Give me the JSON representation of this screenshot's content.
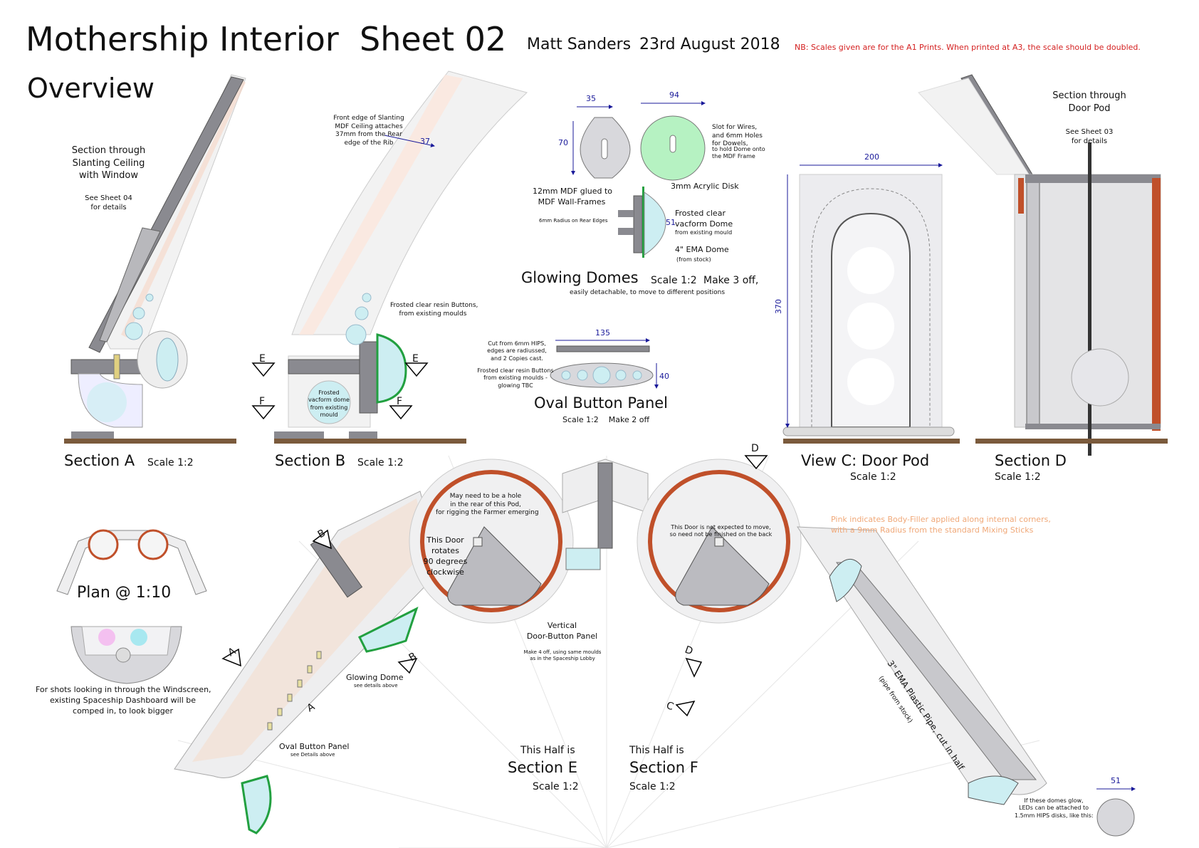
{
  "header": {
    "title": "Mothership Interior",
    "sheet": "Sheet 02",
    "author": "Matt Sanders",
    "date": "23rd August 2018",
    "note": "NB:  Scales given are for the A1 Prints.  When printed at A3, the scale should be doubled.",
    "overview": "Overview"
  },
  "section_a": {
    "callout": [
      "Section through",
      "Slanting Ceiling",
      "with Window"
    ],
    "see": [
      "See Sheet 04",
      "for details"
    ],
    "label": "Section A",
    "scale": "Scale 1:2"
  },
  "section_b": {
    "edge_note": [
      "Front edge of Slanting",
      "MDF Ceiling attaches",
      "37mm from the Rear",
      "edge of the Rib"
    ],
    "dim": "37",
    "buttons_note": [
      "Frosted clear resin Buttons,",
      "from existing moulds"
    ],
    "dome_text": [
      "Frosted",
      "vacform dome",
      "from existing",
      "mould"
    ],
    "label": "Section B",
    "scale": "Scale 1:2",
    "marker_e": "E",
    "marker_f": "F"
  },
  "glowing_domes": {
    "dim_35": "35",
    "dim_94": "94",
    "dim_70": "70",
    "dim_51": "51",
    "slot_note": [
      "Slot for Wires,",
      "and 6mm Holes",
      "for Dowels,"
    ],
    "slot_note2": [
      "to hold Dome onto",
      "the MDF Frame"
    ],
    "mdf_note": [
      "12mm MDF glued to",
      "MDF Wall-Frames"
    ],
    "radius_note": "6mm Radius on Rear Edges",
    "acrylic": "3mm Acrylic Disk",
    "frosted": [
      "Frosted clear",
      "vacform Dome"
    ],
    "frosted_sub": "from existing mould",
    "ema": "4\" EMA Dome",
    "ema_sub": "(from stock)",
    "title": "Glowing Domes",
    "scale": "Scale 1:2",
    "make": "Make 3 off,",
    "sub": "easily detachable, to move to different positions"
  },
  "oval_panel": {
    "cut_note": [
      "Cut from 6mm HIPS,",
      "edges are radiussed,",
      "and 2 Copies cast."
    ],
    "frost_note": [
      "Frosted clear resin Buttons",
      "from existing moulds -",
      "glowing TBC"
    ],
    "dim_135": "135",
    "dim_40": "40",
    "title": "Oval Button Panel",
    "sub": "Scale 1:2    Make 2 off"
  },
  "view_c": {
    "dim_200": "200",
    "dim_370": "370",
    "label": "View C:  Door Pod",
    "scale": "Scale 1:2"
  },
  "section_d": {
    "callout": [
      "Section through",
      "Door Pod"
    ],
    "see": [
      "See Sheet 03",
      "for details"
    ],
    "label": "Section D",
    "scale": "Scale 1:2",
    "marker": "D"
  },
  "plan": {
    "title": "Plan @ 1:10",
    "note": [
      "For shots looking in through the Windscreen,",
      "existing Spaceship Dashboard will be",
      "comped in, to look bigger"
    ],
    "hole_note": [
      "May need to be a hole",
      "in the rear of this Pod,",
      "for rigging the Farmer emerging"
    ],
    "door_rot": [
      "This Door",
      "rotates",
      "90 degrees",
      "clockwise"
    ],
    "door_fixed": [
      "This Door is not expected to move,",
      "so need not be finished on the back"
    ],
    "vertical": [
      "Vertical",
      "Door-Button Panel"
    ],
    "make4": [
      "Make 4 off, using same moulds",
      "as in the Spaceship Lobby"
    ],
    "glowing_dome": "Glowing Dome",
    "see_above": "see details above",
    "oval_label": "Oval Button Panel",
    "oval_see": "see Details above",
    "half_e": [
      "This Half is",
      "Section E",
      "Scale 1:2"
    ],
    "half_f": [
      "This Half is",
      "Section F",
      "Scale 1:2"
    ],
    "pipe": "3\" EMA Plastic Pipe, cut in half",
    "pipe_sub": "(pipe from stock)",
    "pink_note": [
      "Pink indicates Body-Filler applied along internal corners,",
      "with a 9mm Radius from the standard Mixing Sticks"
    ],
    "dim_51": "51",
    "led_note": [
      "If these domes glow,",
      "LEDs can be attached to",
      "1.5mm HIPS disks, like this:"
    ],
    "markers": [
      "A",
      "A",
      "B",
      "B",
      "C",
      "D",
      "D"
    ]
  },
  "colors": {
    "wood": "#7a5a3c",
    "orange": "#c0502a",
    "green": "#22a040",
    "cyan": "#cdeef2",
    "grey": "#8a8a90",
    "pink": "#f7d6c4",
    "red_note": "#d42020",
    "dim_blue": "#1a1a9a"
  }
}
